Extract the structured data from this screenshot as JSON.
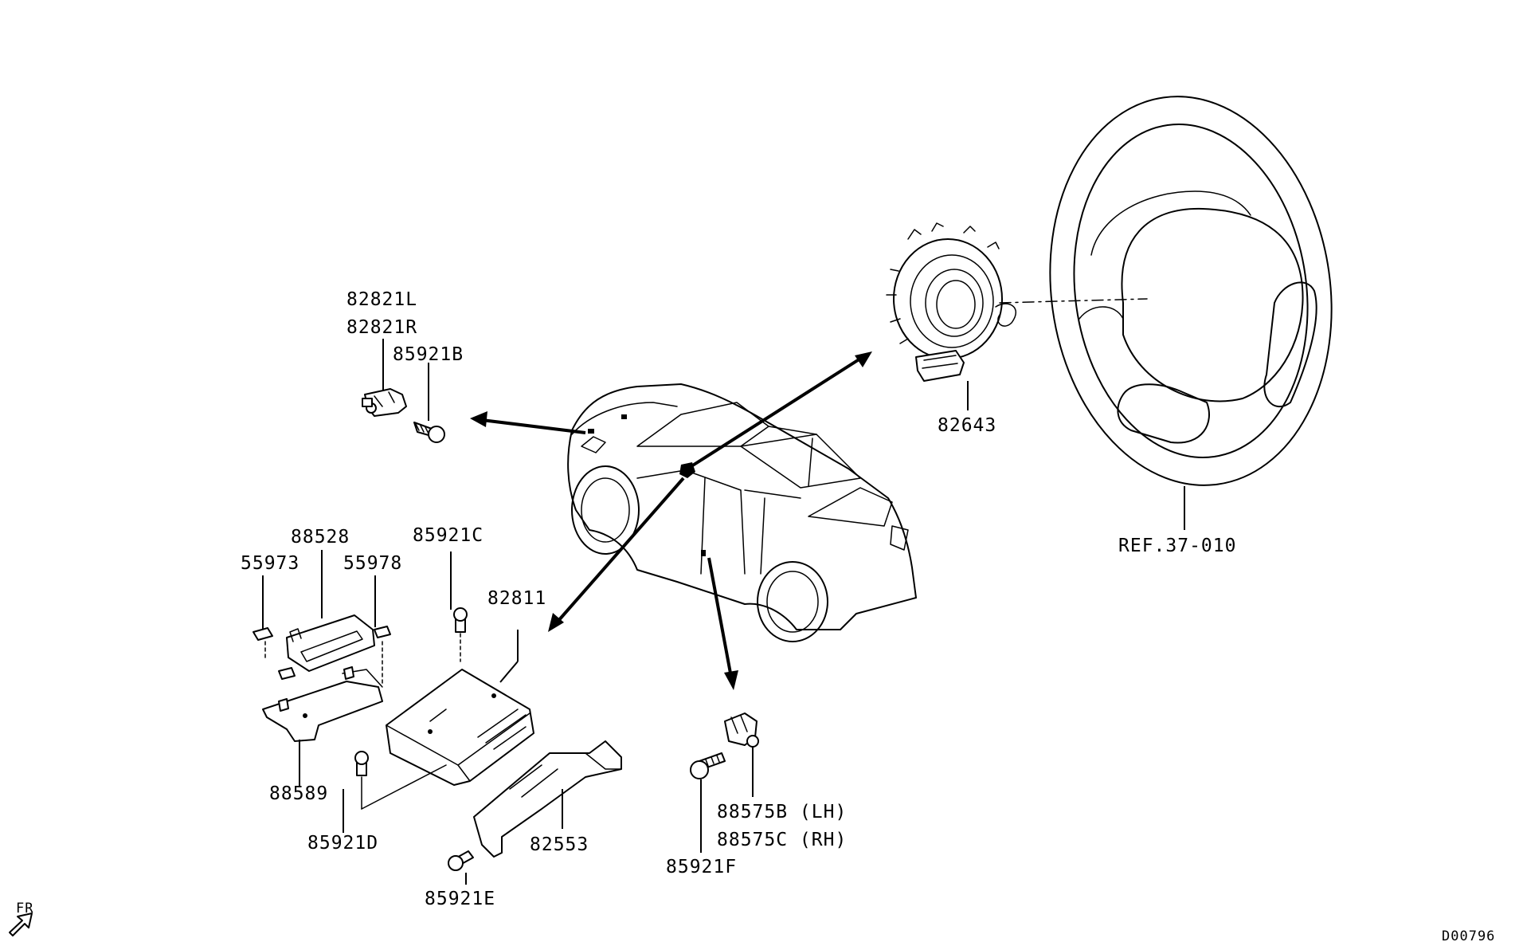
{
  "labels": {
    "sensor_l": "82821L",
    "sensor_r": "82821R",
    "bolt_b": "85921B",
    "clock_spring": "82643",
    "ref_wheel": "REF.37-010",
    "sensor_88528": "88528",
    "nut_55973": "55973",
    "nut_55978": "55978",
    "bolt_c": "85921C",
    "ecu": "82811",
    "bracket_88589": "88589",
    "bolt_d": "85921D",
    "bracket_82553": "82553",
    "bolt_e": "85921E",
    "side_sensor_lh": "88575B (LH)",
    "side_sensor_rh": "88575C (RH)",
    "bolt_f": "85921F",
    "fr": "FR",
    "drawing_no": "D00796"
  }
}
